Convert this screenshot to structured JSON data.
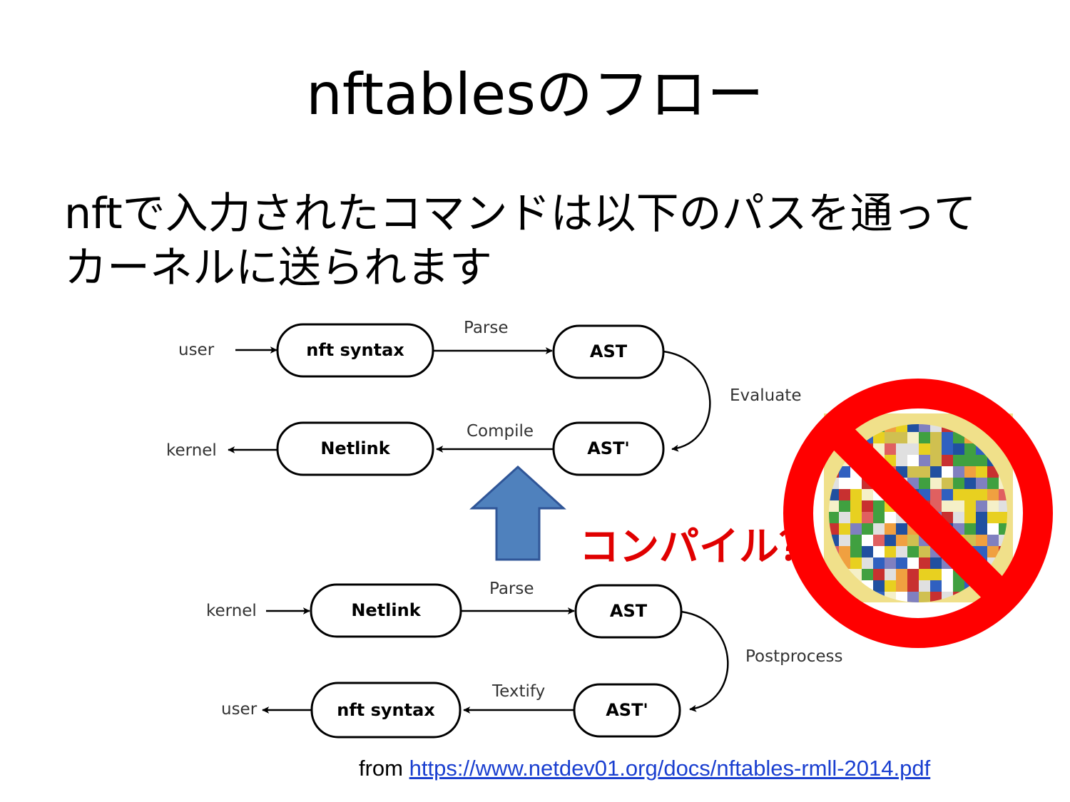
{
  "slide": {
    "title": "nftablesのフロー",
    "body_line1": "nftで入力されたコマンドは以下のパスを通って",
    "body_line2": "カーネルに送られます",
    "callout": "コンパイル？",
    "source_prefix": "from ",
    "source_link": "https://www.netdev01.org/docs/nftables-rmll-2014.pdf"
  },
  "diagram_top": {
    "in_label": "user",
    "out_label": "kernel",
    "nodes": [
      "nft syntax",
      "AST",
      "AST'",
      "Netlink"
    ],
    "edges": [
      "Parse",
      "Evaluate",
      "Compile"
    ]
  },
  "diagram_bottom": {
    "in_label": "kernel",
    "out_label": "user",
    "nodes": [
      "Netlink",
      "AST",
      "AST'",
      "nft syntax"
    ],
    "edges": [
      "Parse",
      "Postprocess",
      "Textify"
    ]
  },
  "icons": {
    "up_arrow": "up-arrow-icon",
    "prohibited": "prohibited-sign-icon",
    "arrow_color": "#4f81bd",
    "prohibited_color": "#ff0000"
  }
}
